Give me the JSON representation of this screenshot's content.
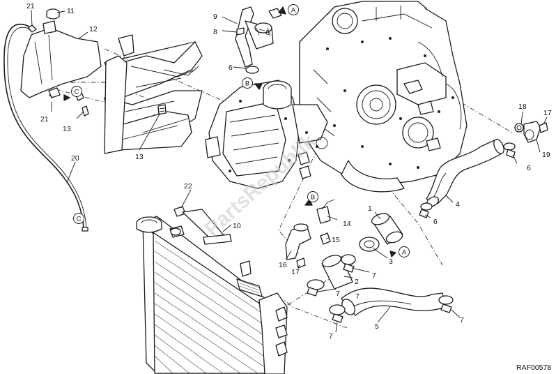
{
  "diagram": {
    "drawing_code": "RAF00578",
    "watermark_text": "PartsRepublik",
    "callout_numbers": [
      "1",
      "2",
      "3",
      "4",
      "5",
      "6",
      "6",
      "6",
      "6",
      "7",
      "7",
      "7",
      "7",
      "7",
      "8",
      "9",
      "10",
      "11",
      "12",
      "13",
      "13",
      "14",
      "15",
      "16",
      "17",
      "17",
      "18",
      "19",
      "20",
      "21",
      "21",
      "22"
    ],
    "reference_letters": [
      "A",
      "A",
      "B",
      "B",
      "C",
      "C"
    ]
  }
}
